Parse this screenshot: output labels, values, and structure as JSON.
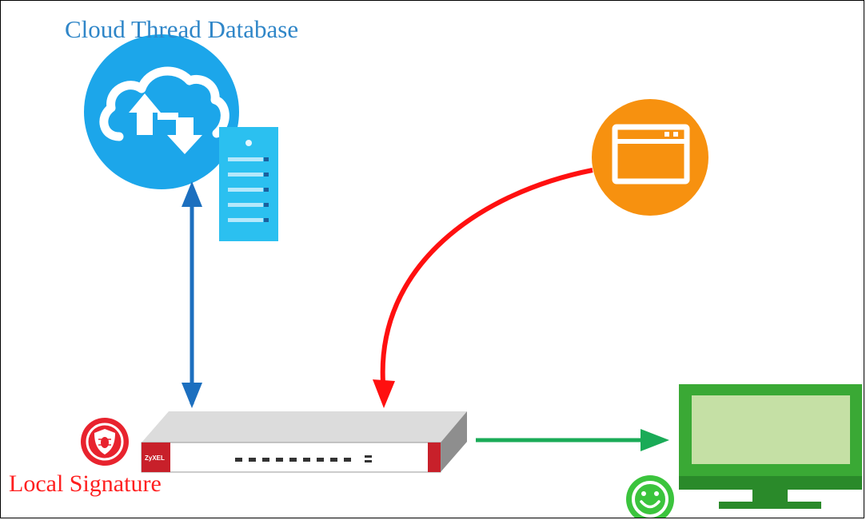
{
  "labels": {
    "cloud_title": "Cloud Thread Database",
    "local_signature": "Local Signature",
    "firewall_brand": "ZyXEL"
  },
  "colors": {
    "cloud_blue": "#1ca6ea",
    "server_blue": "#2bc0f0",
    "arrow_blue": "#1c6fbf",
    "arrow_red": "#ff1010",
    "arrow_green": "#1aab57",
    "browser_orange": "#f7910f",
    "monitor_green": "#3aa935",
    "monitor_screen": "#c5e0a5",
    "signature_red": "#e8232e",
    "smiley_green": "#3bc43d"
  },
  "icons": [
    "cloud-upload-download-icon",
    "server-icon",
    "browser-window-icon",
    "firewall-appliance-icon",
    "shield-bug-icon",
    "monitor-icon",
    "smiley-icon"
  ]
}
